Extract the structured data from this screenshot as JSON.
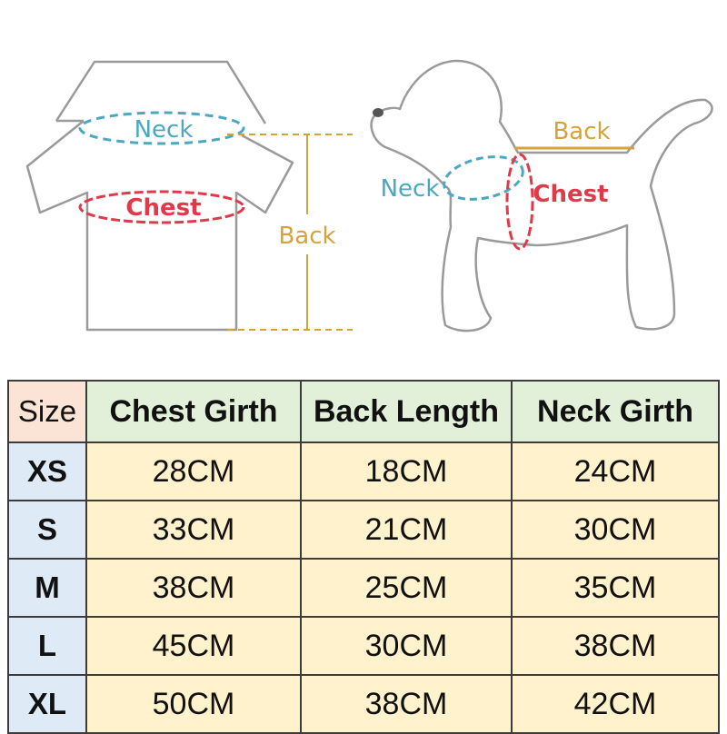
{
  "labels": {
    "neck": "Neck",
    "chest": "Chest",
    "back": "Back"
  },
  "table": {
    "headers": [
      "Size",
      "Chest Girth",
      "Back Length",
      "Neck Girth"
    ],
    "rows": [
      {
        "size": "XS",
        "chest": "28CM",
        "back": "18CM",
        "neck": "24CM"
      },
      {
        "size": "S",
        "chest": "33CM",
        "back": "21CM",
        "neck": "30CM"
      },
      {
        "size": "M",
        "chest": "38CM",
        "back": "25CM",
        "neck": "35CM"
      },
      {
        "size": "L",
        "chest": "45CM",
        "back": "30CM",
        "neck": "38CM"
      },
      {
        "size": "XL",
        "chest": "50CM",
        "back": "38CM",
        "neck": "42CM"
      }
    ]
  },
  "colors": {
    "neck": "#4aa8c0",
    "chest": "#e0394a",
    "back": "#d8a23a",
    "header_bg": "#e2efd9",
    "size_header_bg": "#fbe4d5",
    "size_col_bg": "#deebf7",
    "value_bg": "#fff2cc"
  }
}
